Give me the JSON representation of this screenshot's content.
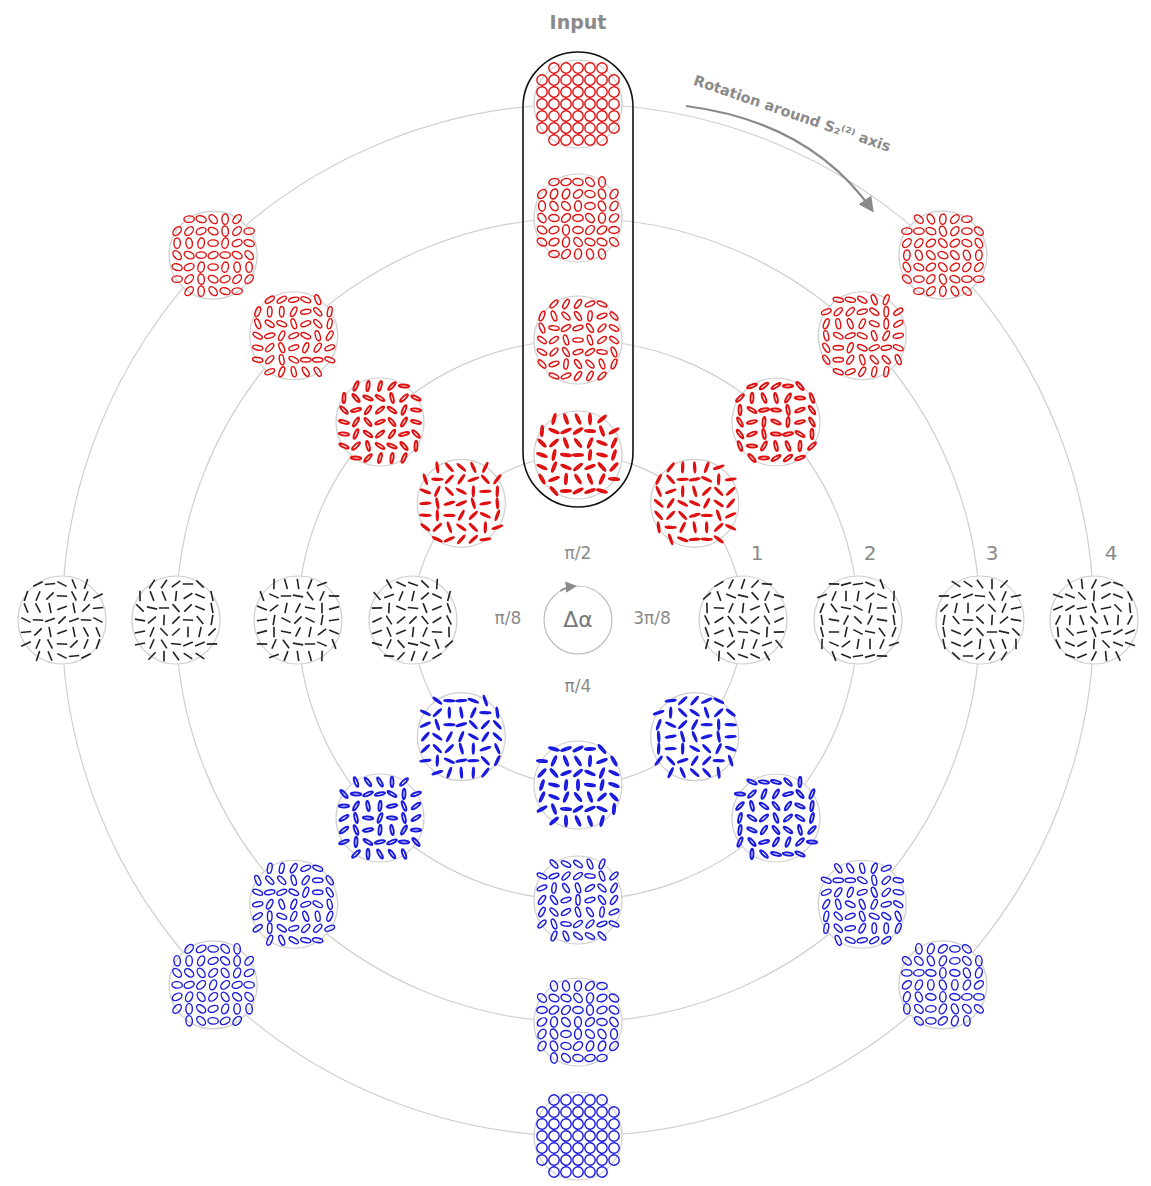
{
  "diagram": {
    "labels": [
      "Input",
      "Rotation around S₂⁽²⁾ axis",
      "1",
      "2",
      "3",
      "4",
      "π/2",
      "π/8",
      "Δα",
      "3π/8",
      "π/4"
    ]
  }
}
